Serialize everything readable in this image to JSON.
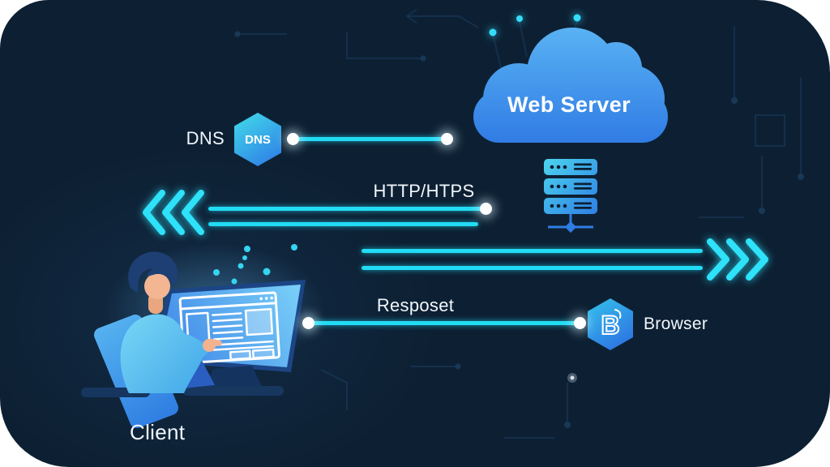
{
  "colors": {
    "page_bg": "#ffffff",
    "board_bg": "#0d2033",
    "accent_cyan": "#22dbf4",
    "node_blue": "#2e7ce4",
    "node_cyan": "#41d8ea",
    "text": "#f2f7fc"
  },
  "nodes": {
    "web_server": {
      "label": "Web Server"
    },
    "dns": {
      "label": "DNS",
      "badge_text": "DNS"
    },
    "browser": {
      "label": "Browser",
      "badge_text": "B"
    },
    "client": {
      "label": "Client"
    }
  },
  "connections": {
    "dns_link": {
      "style": "single line with endpoint dots"
    },
    "http_request": {
      "label": "HTTP/HTPS",
      "direction": "left"
    },
    "server_stream": {
      "direction": "right"
    },
    "response": {
      "label": "Resposet"
    }
  }
}
